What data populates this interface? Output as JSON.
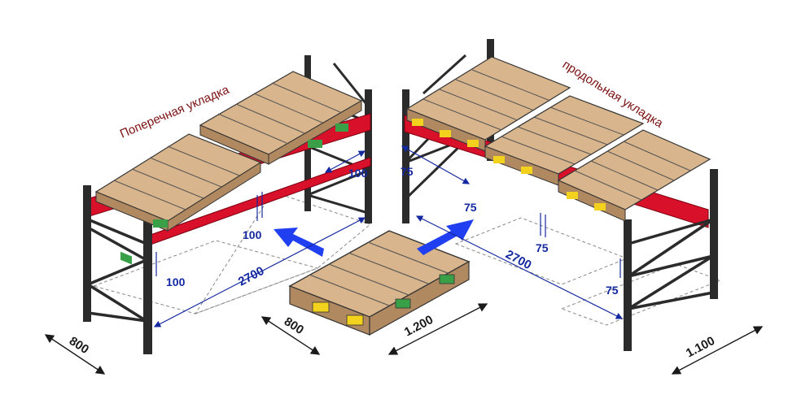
{
  "labels": {
    "left_title": "Поперечная укладка",
    "right_title": "продольная укладка",
    "left_gap_top": "100",
    "left_gap_mid": "100",
    "left_gap_bottom": "100",
    "left_width": "2700",
    "left_depth": "800",
    "right_gap_top": "75",
    "right_gap_mid": "75",
    "right_gap_low": "75",
    "right_gap_bottom": "75",
    "right_width": "2700",
    "right_depth": "1.100",
    "pallet_short": "800",
    "pallet_long": "1.200"
  },
  "colors": {
    "beam": "#d8102a",
    "upright": "#2b2b2b",
    "wood_top": "#d8b58c",
    "wood_side": "#b08960",
    "block_green": "#3aa047",
    "block_yellow": "#f2d21c",
    "dimension": "#1428a0",
    "arrow": "#1f3ff0"
  }
}
